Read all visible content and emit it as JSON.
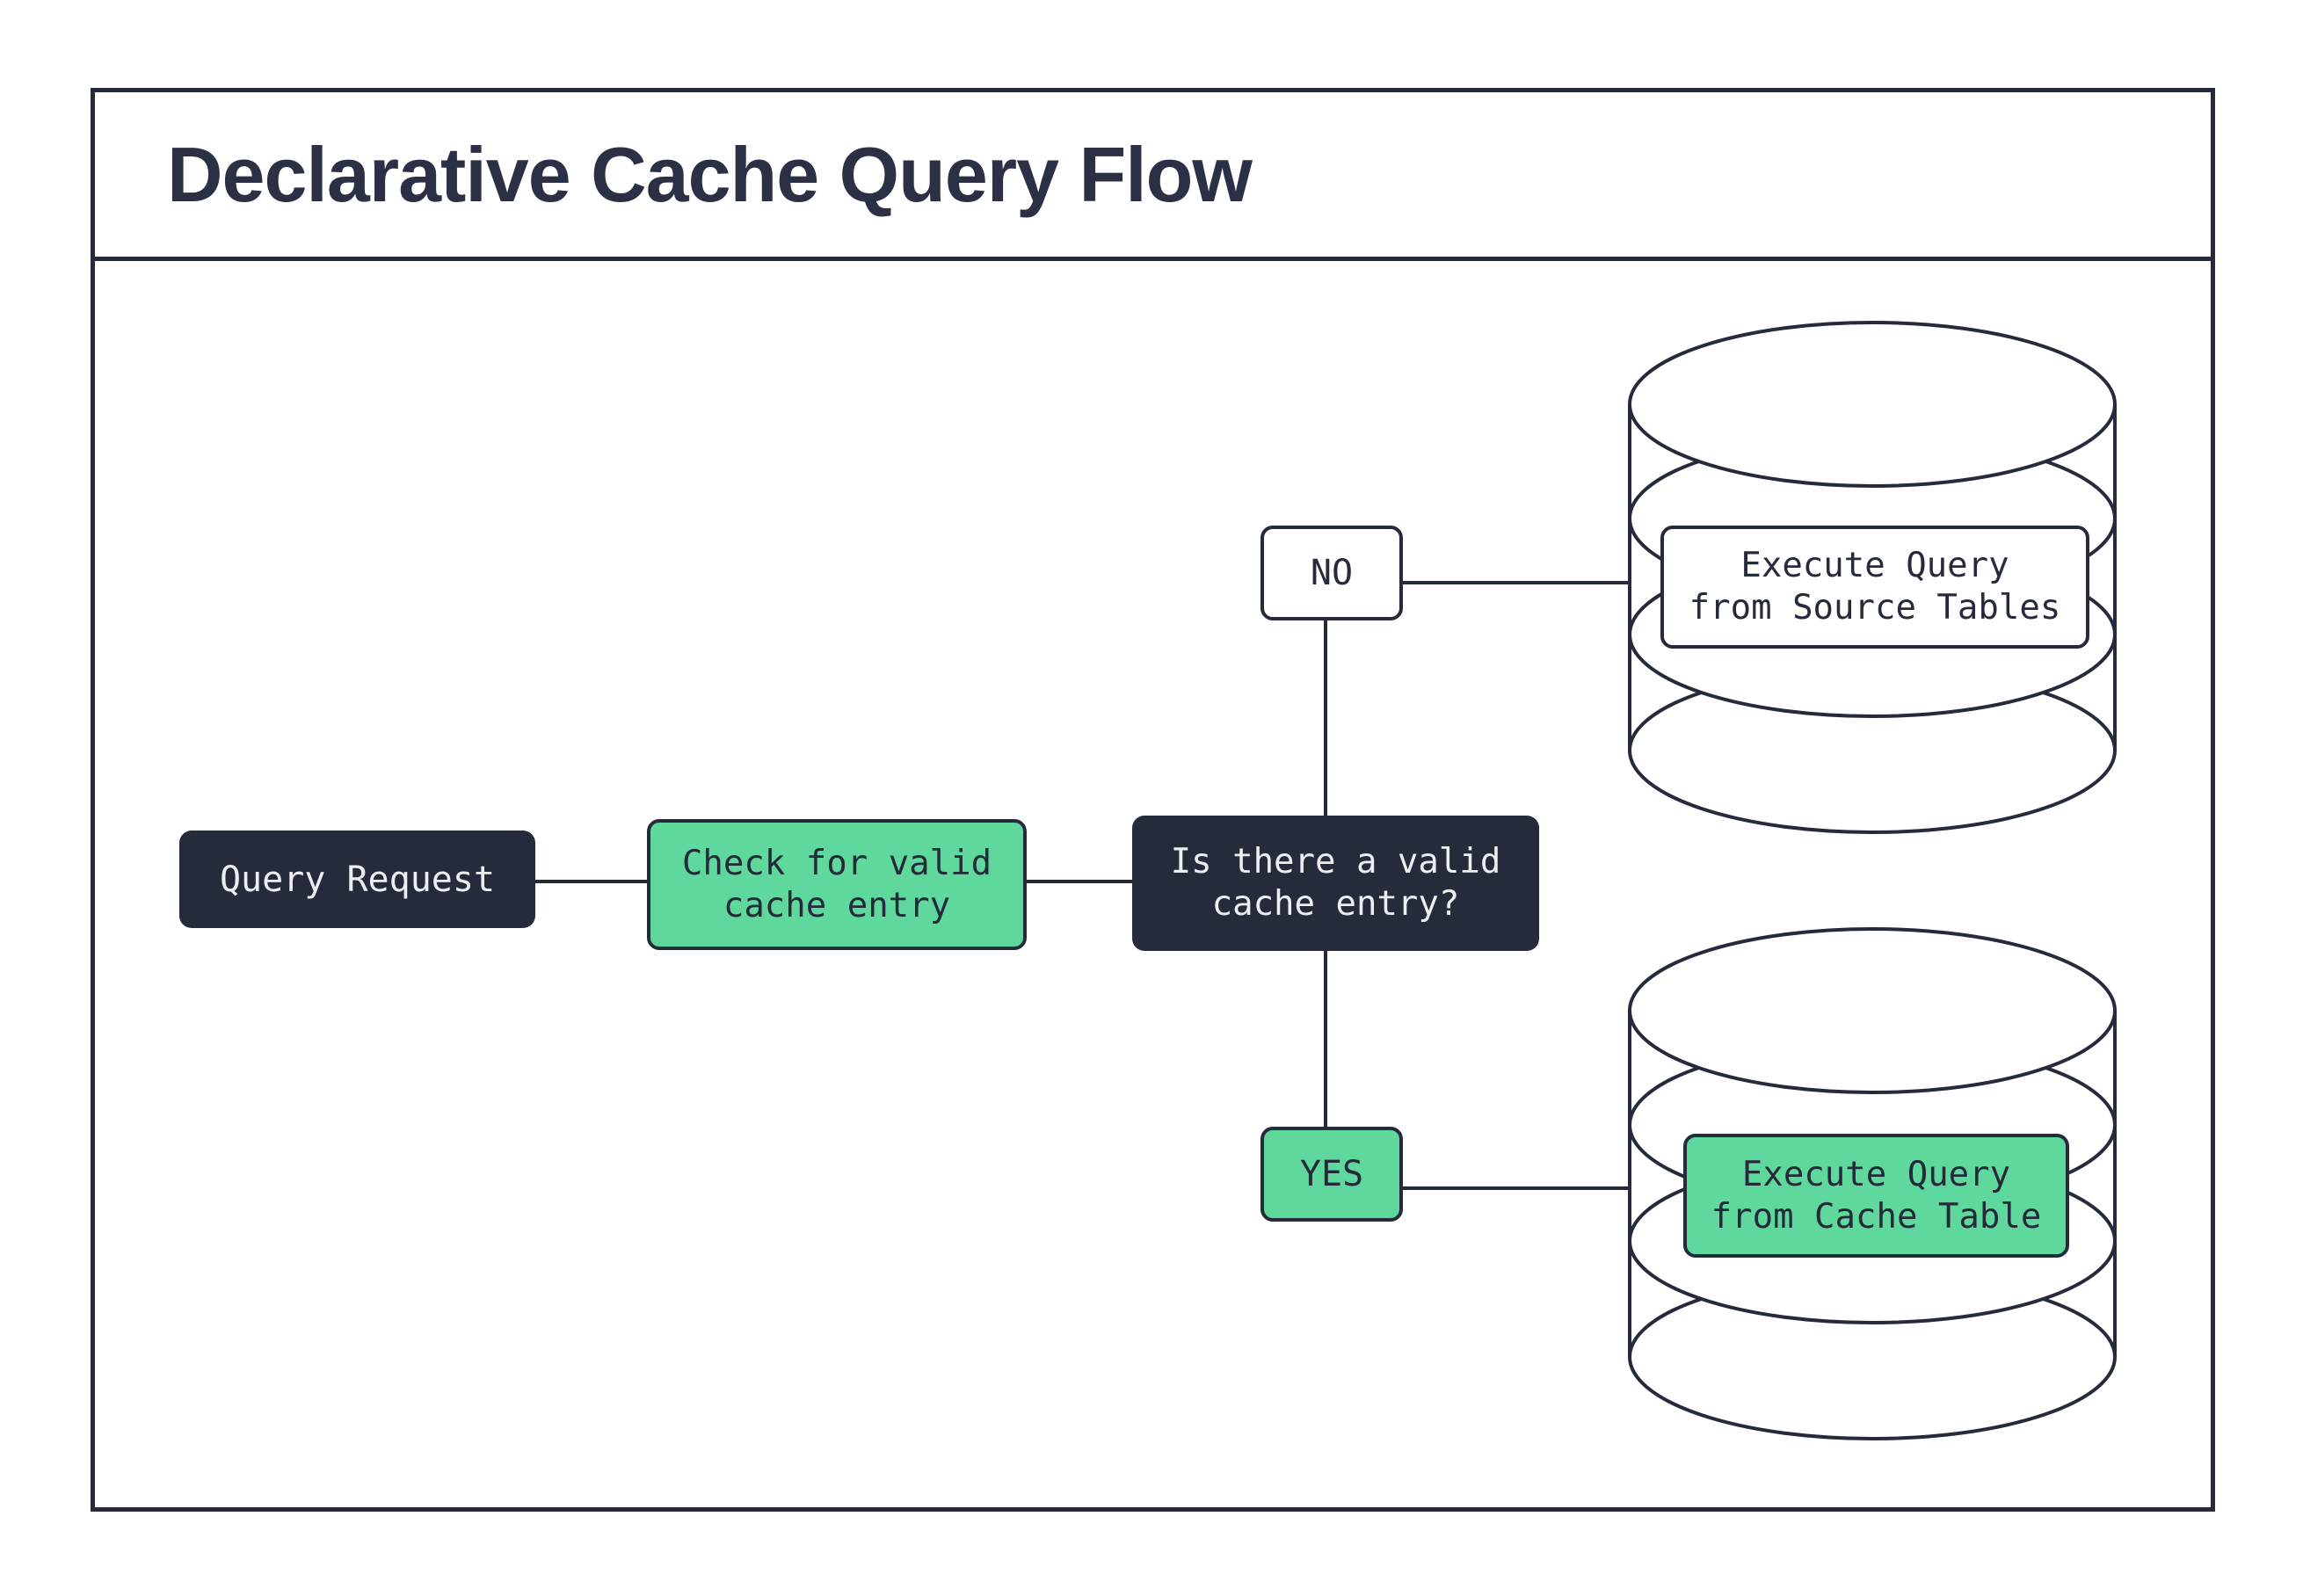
{
  "title": "Declarative Cache Query Flow",
  "diagram_type": "flowchart",
  "nodes": {
    "query_request": {
      "label": "Query Request",
      "shape": "rounded-rect",
      "fill": "#262b3c",
      "text_color": "#fafbfd"
    },
    "check_cache": {
      "label": "Check for valid\ncache entry",
      "shape": "rounded-rect",
      "fill": "#5ed89d",
      "text_color": "#262b3c"
    },
    "cache_valid_decision": {
      "label": "Is there a valid\ncache entry?",
      "shape": "rounded-rect",
      "fill": "#262b3c",
      "text_color": "#eceef1"
    },
    "no_branch": {
      "label": "NO",
      "shape": "rounded-rect",
      "fill": "#ffffff",
      "text_color": "#262b3c"
    },
    "yes_branch": {
      "label": "YES",
      "shape": "rounded-rect",
      "fill": "#5ed89d",
      "text_color": "#262b3c"
    },
    "execute_source": {
      "label": "Execute Query\nfrom Source Tables",
      "shape": "rounded-rect inside database cylinder",
      "fill": "#ffffff",
      "text_color": "#262b3c"
    },
    "execute_cache": {
      "label": "Execute Query\nfrom Cache Table",
      "shape": "rounded-rect inside database cylinder",
      "fill": "#5ed89d",
      "text_color": "#262b3c"
    }
  },
  "edges": [
    {
      "from": "query_request",
      "to": "check_cache"
    },
    {
      "from": "check_cache",
      "to": "cache_valid_decision"
    },
    {
      "from": "cache_valid_decision",
      "to": "no_branch"
    },
    {
      "from": "cache_valid_decision",
      "to": "yes_branch"
    },
    {
      "from": "no_branch",
      "to": "execute_source"
    },
    {
      "from": "yes_branch",
      "to": "execute_cache"
    }
  ],
  "colors": {
    "ink": "#262b3c",
    "accent_green": "#5ed89d",
    "paper": "#ffffff",
    "title_text": "#2b3044"
  }
}
